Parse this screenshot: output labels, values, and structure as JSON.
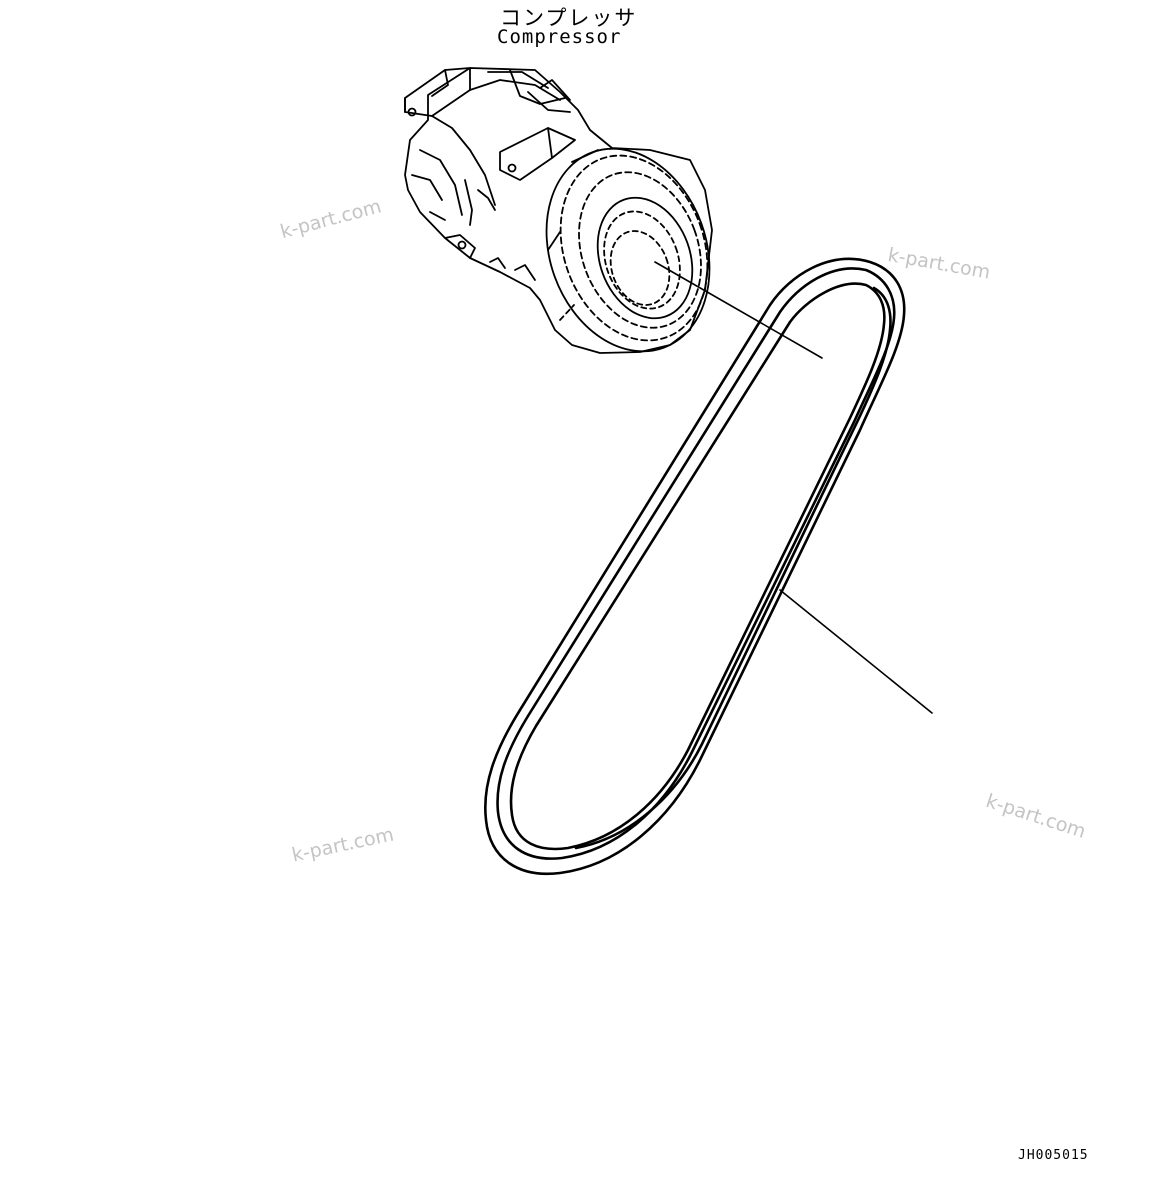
{
  "compressor": {
    "label_jp": "コンプレッサ",
    "label_en": "Compressor"
  },
  "drawing_number": "JH005015",
  "watermarks": [
    "k-part.com",
    "k-part.com",
    "k-part.com",
    "k-part.com"
  ],
  "colors": {
    "line": "#000000",
    "watermark": "#c4c4c4",
    "background": "#ffffff"
  }
}
